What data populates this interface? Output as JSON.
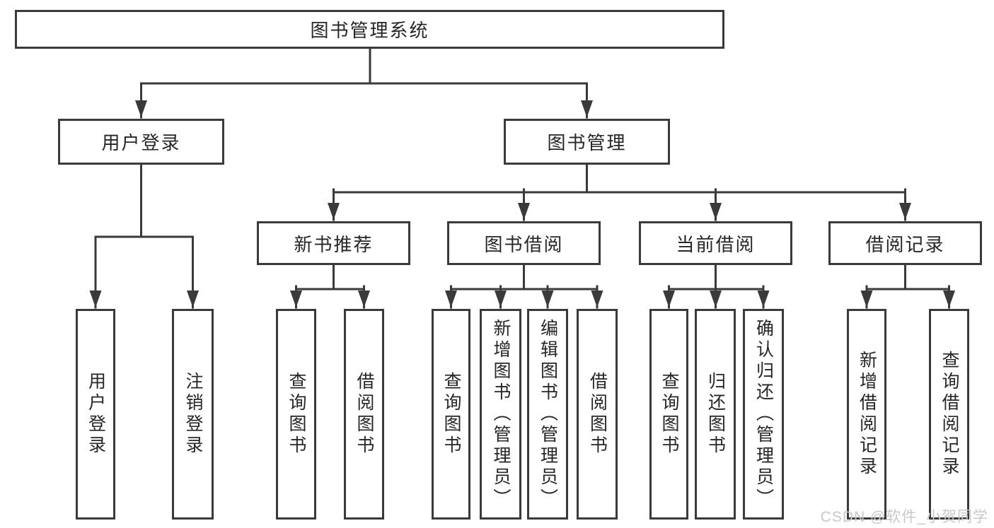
{
  "tree": {
    "label": "图书管理系统",
    "children": [
      {
        "label": "用户登录",
        "children": [
          {
            "label": "用户登录"
          },
          {
            "label": "注销登录"
          }
        ]
      },
      {
        "label": "图书管理",
        "children": [
          {
            "label": "新书推荐",
            "children": [
              {
                "label": "查询图书"
              },
              {
                "label": "借阅图书"
              }
            ]
          },
          {
            "label": "图书借阅",
            "children": [
              {
                "label": "查询图书"
              },
              {
                "label": "新增图书（管理员）"
              },
              {
                "label": "编辑图书（管理员）"
              },
              {
                "label": "借阅图书"
              }
            ]
          },
          {
            "label": "当前借阅",
            "children": [
              {
                "label": "查询图书"
              },
              {
                "label": "归还图书"
              },
              {
                "label": "确认归还（管理员）"
              }
            ]
          },
          {
            "label": "借阅记录",
            "children": [
              {
                "label": "新增借阅记录"
              },
              {
                "label": "查询借阅记录"
              }
            ]
          }
        ]
      }
    ]
  },
  "watermark": {
    "text": "CSDN @软件_小贺同学"
  },
  "colors": {
    "line": "#3a3a3a",
    "text": "#262626",
    "watermark": "#c8c8c8",
    "background": "#ffffff"
  }
}
